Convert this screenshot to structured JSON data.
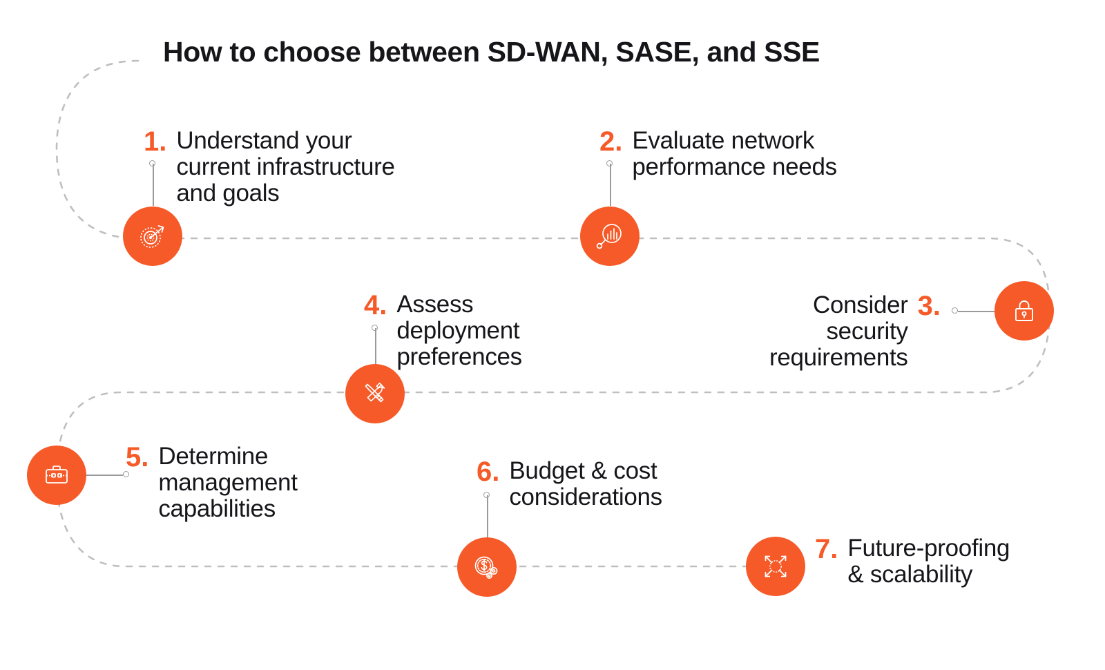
{
  "title": "How to choose between SD-WAN, SASE, and SSE",
  "colors": {
    "accent": "#f55a28",
    "text": "#16161a",
    "path": "#bfbfbf",
    "leader": "#9a9a9a",
    "background": "#ffffff"
  },
  "steps": [
    {
      "number": "1.",
      "label": "Understand your\ncurrent infrastructure\nand goals",
      "icon": "target-arrow-icon"
    },
    {
      "number": "2.",
      "label": "Evaluate network\nperformance needs",
      "icon": "magnifier-bar-chart-icon"
    },
    {
      "number": "3.",
      "label": "Consider\nsecurity\nrequirements",
      "icon": "padlock-icon"
    },
    {
      "number": "4.",
      "label": "Assess\ndeployment\npreferences",
      "icon": "wrench-screwdriver-icon"
    },
    {
      "number": "5.",
      "label": "Determine\nmanagement\ncapabilities",
      "icon": "briefcase-icon"
    },
    {
      "number": "6.",
      "label": "Budget & cost\nconsiderations",
      "icon": "dollar-coin-gears-icon"
    },
    {
      "number": "7.",
      "label": "Future-proofing\n& scalability",
      "icon": "expand-arrows-icon"
    }
  ]
}
